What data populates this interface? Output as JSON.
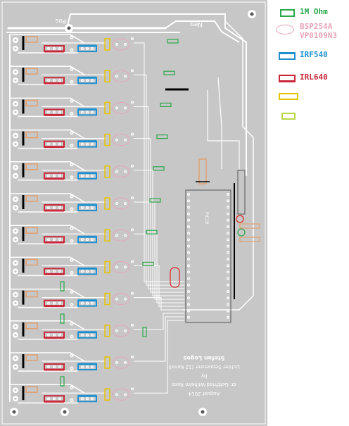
{
  "board": {
    "label_pos": "Pos",
    "label_neg": "Neg",
    "label_chip": "PIC18",
    "credits": [
      "Stefan Logos",
      "Lichter Sequenzer (12 Kanal)",
      "by",
      "dr. Gottfried-Wilhelm Rees",
      "August 2014"
    ]
  },
  "legend": {
    "items": [
      {
        "symbol": "rect",
        "color": "#2aa84a",
        "labels": [
          "1M Ohm"
        ]
      },
      {
        "symbol": "ellipse",
        "color": "#e8a5b8",
        "labels": [
          "BSP254A",
          "VP0109N3"
        ]
      },
      {
        "symbol": "rect",
        "color": "#1e90d0",
        "labels": [
          "IRF540"
        ]
      },
      {
        "symbol": "rect",
        "color": "#c8283a",
        "labels": [
          "IRL640"
        ]
      },
      {
        "symbol": "rect",
        "color": "#e8c400",
        "labels": [
          ""
        ]
      },
      {
        "symbol": "rect",
        "color": "#b8d84a",
        "labels": [
          ""
        ]
      }
    ]
  },
  "colors": {
    "board": "#c7c7c7",
    "trace": "#ffffff",
    "resistor": "#2aa84a",
    "bsp": "#e8a5b8",
    "irf": "#1e90d0",
    "irl": "#c8283a",
    "yellow": "#e8c400",
    "lime": "#b8d84a",
    "orange": "#e0a070",
    "jumper": "#000000"
  }
}
